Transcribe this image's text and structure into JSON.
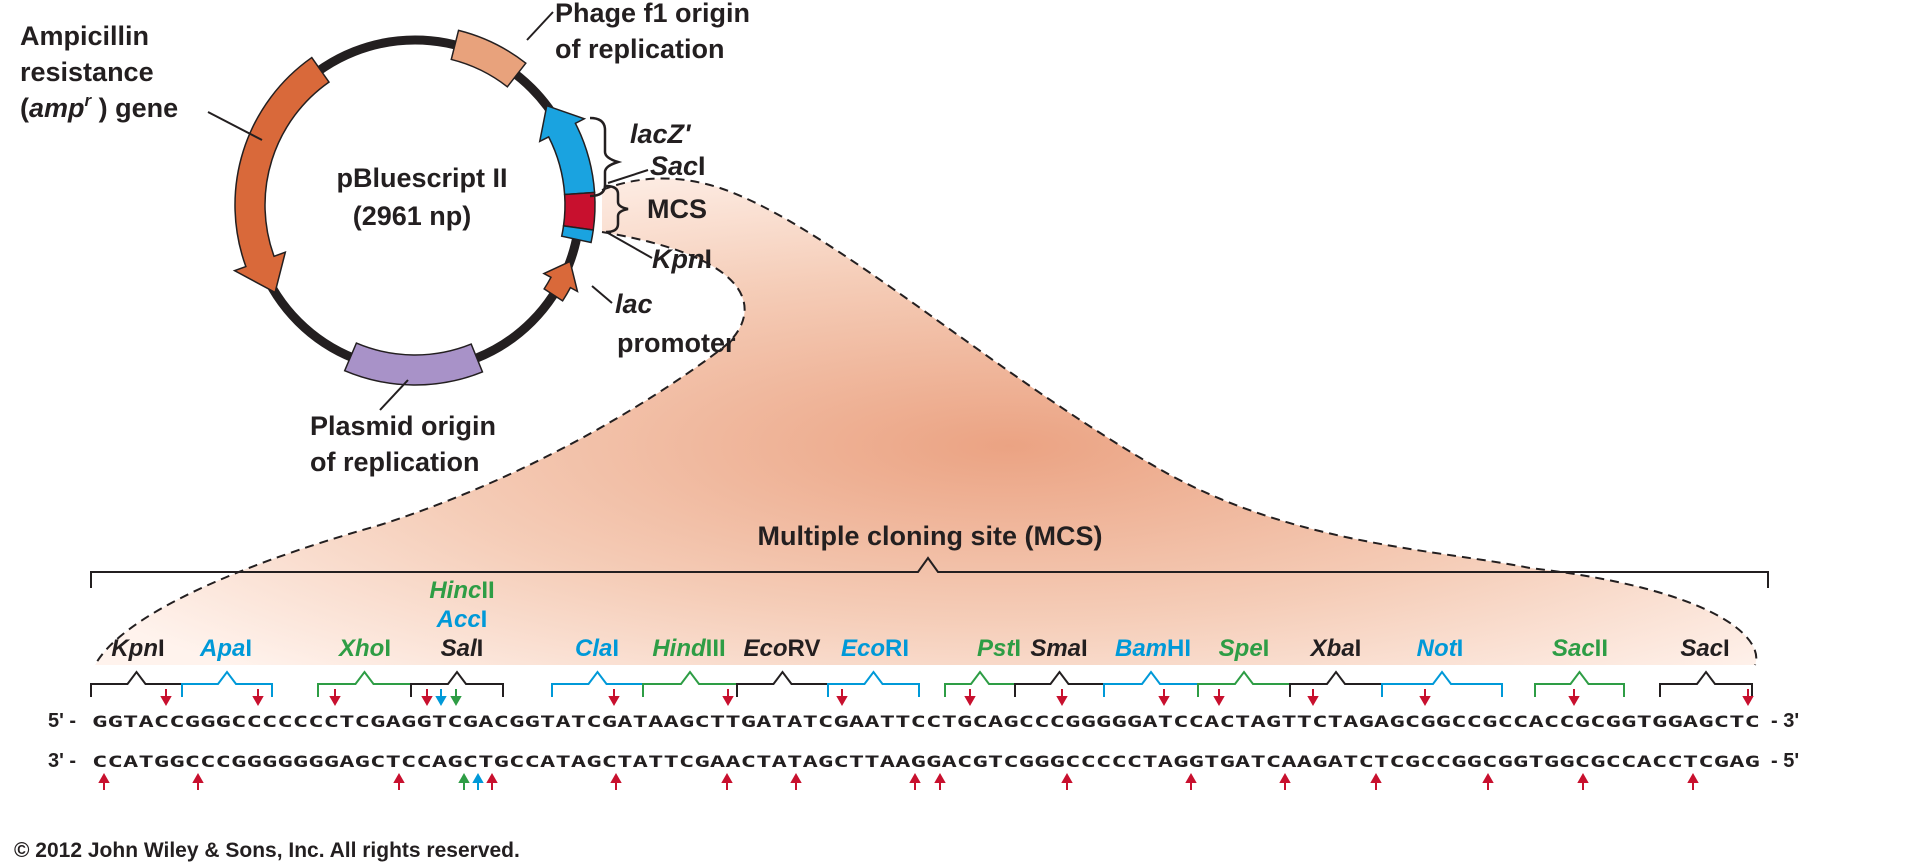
{
  "colors": {
    "red": "#c8102e",
    "blue": "#0099d8",
    "green": "#2e9d45",
    "black": "#231f20",
    "amp": "#d9693a",
    "phage": "#e8a27c",
    "lacz": "#1aa3e0",
    "ori": "#a892c8",
    "mcs_fill": "#e9a07e"
  },
  "plasmid": {
    "name": "pBluescript II",
    "size": "(2961 np)"
  },
  "labels": {
    "amp_line1": "Ampicillin",
    "amp_line2": "resistance",
    "amp_paren_open": "(",
    "amp_italic": "amp",
    "amp_sup": "r",
    "amp_rest": " ) gene",
    "phage_line1": "Phage f1 origin",
    "phage_line2": "of replication",
    "lacz": "lacZ'",
    "saci_italic": "Sac",
    "saci_roman": "I",
    "mcs": "MCS",
    "kpni_italic": "Kpn",
    "kpni_roman": "I",
    "lac": "lac",
    "promoter": "promoter",
    "ori_line1": "Plasmid origin",
    "ori_line2": "of replication",
    "mcs_title": "Multiple cloning site (MCS)"
  },
  "enzymes": [
    {
      "italic": "Kpn",
      "roman": "I",
      "color": "black"
    },
    {
      "italic": "Apa",
      "roman": "I",
      "color": "blue"
    },
    {
      "italic": "Xho",
      "roman": "I",
      "color": "green"
    },
    {
      "italic": "Sal",
      "roman": "I",
      "color": "black"
    },
    {
      "italic": "Hinc",
      "roman": "II",
      "color": "green"
    },
    {
      "italic": "Acc",
      "roman": "I",
      "color": "blue"
    },
    {
      "italic": "Cla",
      "roman": "I",
      "color": "blue"
    },
    {
      "italic": "Hind",
      "roman": "III",
      "color": "green"
    },
    {
      "italic": "Eco",
      "roman": "RV",
      "color": "black"
    },
    {
      "italic": "Eco",
      "roman": "RI",
      "color": "blue"
    },
    {
      "italic": "Pst",
      "roman": "I",
      "color": "green"
    },
    {
      "italic": "Sma",
      "roman": "I",
      "color": "black"
    },
    {
      "italic": "Bam",
      "roman": "HI",
      "color": "blue"
    },
    {
      "italic": "Spe",
      "roman": "I",
      "color": "green"
    },
    {
      "italic": "Xba",
      "roman": "I",
      "color": "black"
    },
    {
      "italic": "Not",
      "roman": "I",
      "color": "blue"
    },
    {
      "italic": "Sac",
      "roman": "II",
      "color": "green"
    },
    {
      "italic": "Sac",
      "roman": "I",
      "color": "black"
    }
  ],
  "sequence": {
    "top_start": "5' -",
    "top": "GGTACCGGGCCCCCCCTCGAGGTCGACGGTATCGATAAGCTTGATATCGAATTCCTGCAGCCCGGGGGATCCACTAGTTCTAGAGCGGCCGCCACCGCGGTGGAGCTC",
    "top_end": "- 3'",
    "bottom_start": "3' -",
    "bottom": "CCATGGCCCGGGGGGGAGCTCCAGCTGCCATAGCTATTCGAACTATAGCTTAAGGACGTCGGGCCCCCTAGGTGATCAAGATCTCGCCGGCGGTGGCGCCACCTCGAG",
    "bottom_end": "- 5'"
  },
  "copyright": "© 2012 John Wiley & Sons, Inc. All rights reserved."
}
